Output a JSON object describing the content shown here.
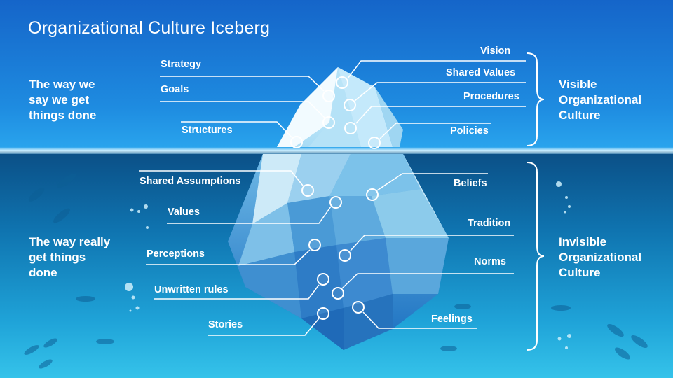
{
  "title": "Organizational Culture Iceberg",
  "left": {
    "top": [
      "The way we",
      "say we get",
      "things done"
    ],
    "bottom": [
      "The way really",
      "get things",
      "done"
    ]
  },
  "right": {
    "top": [
      "Visible",
      "Organizational",
      "Culture"
    ],
    "bottom": [
      "Invisible",
      "Organizational",
      "Culture"
    ]
  },
  "labels": {
    "vision": "Vision",
    "shared_values": "Shared Values",
    "procedures": "Procedures",
    "policies": "Policies",
    "strategy": "Strategy",
    "goals": "Goals",
    "structures": "Structures",
    "shared_assumptions": "Shared Assumptions",
    "values": "Values",
    "perceptions": "Perceptions",
    "unwritten_rules": "Unwritten rules",
    "stories": "Stories",
    "beliefs": "Beliefs",
    "tradition": "Tradition",
    "norms": "Norms",
    "feelings": "Feelings"
  },
  "colors": {
    "sky": "#1565c9",
    "sea": "#0f74b0",
    "ice_light": "#e8f7ff",
    "ice_dark": "#1466b8",
    "text": "#ffffff"
  }
}
